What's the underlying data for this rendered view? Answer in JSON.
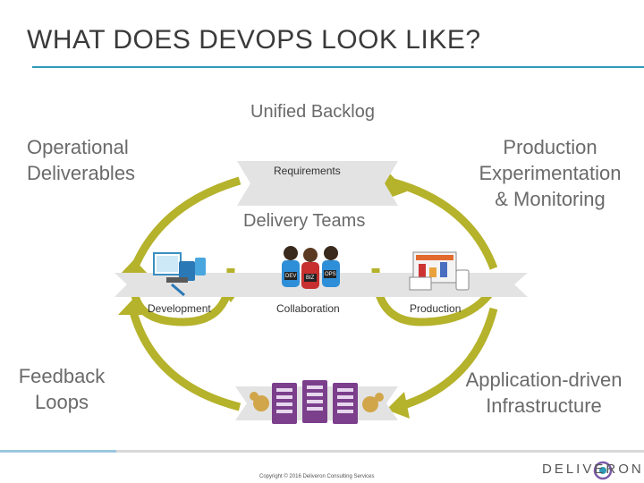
{
  "slide": {
    "title": "WHAT DOES DEVOPS LOOK LIKE?",
    "unified_backlog": "Unified Backlog",
    "operational_deliverables": [
      "Operational",
      "Deliverables"
    ],
    "production_experimentation": [
      "Production",
      "Experimentation",
      "& Monitoring"
    ],
    "requirements": "Requirements",
    "delivery_teams": "Delivery Teams",
    "development": "Development",
    "collaboration": "Collaboration",
    "production": "Production",
    "feedback_loops": [
      "Feedback",
      "Loops"
    ],
    "app_infrastructure": [
      "Application-driven",
      "Infrastructure"
    ],
    "team_badges": [
      "DEV",
      "BIZ",
      "OPS"
    ],
    "copyright": "Copyright © 2016 Deliveron Consulting Services",
    "logo_text": "DELIVERON"
  },
  "colors": {
    "accent_rule": "#2e9ab8",
    "arrow_olive": "#b5b22b",
    "panel_gray": "#e3e3e3",
    "server_purple": "#7b3f8c"
  },
  "icons": [
    "development-devices-icon",
    "team-people-icon",
    "production-dashboard-icon",
    "server-rack-icon",
    "gear-icon"
  ]
}
